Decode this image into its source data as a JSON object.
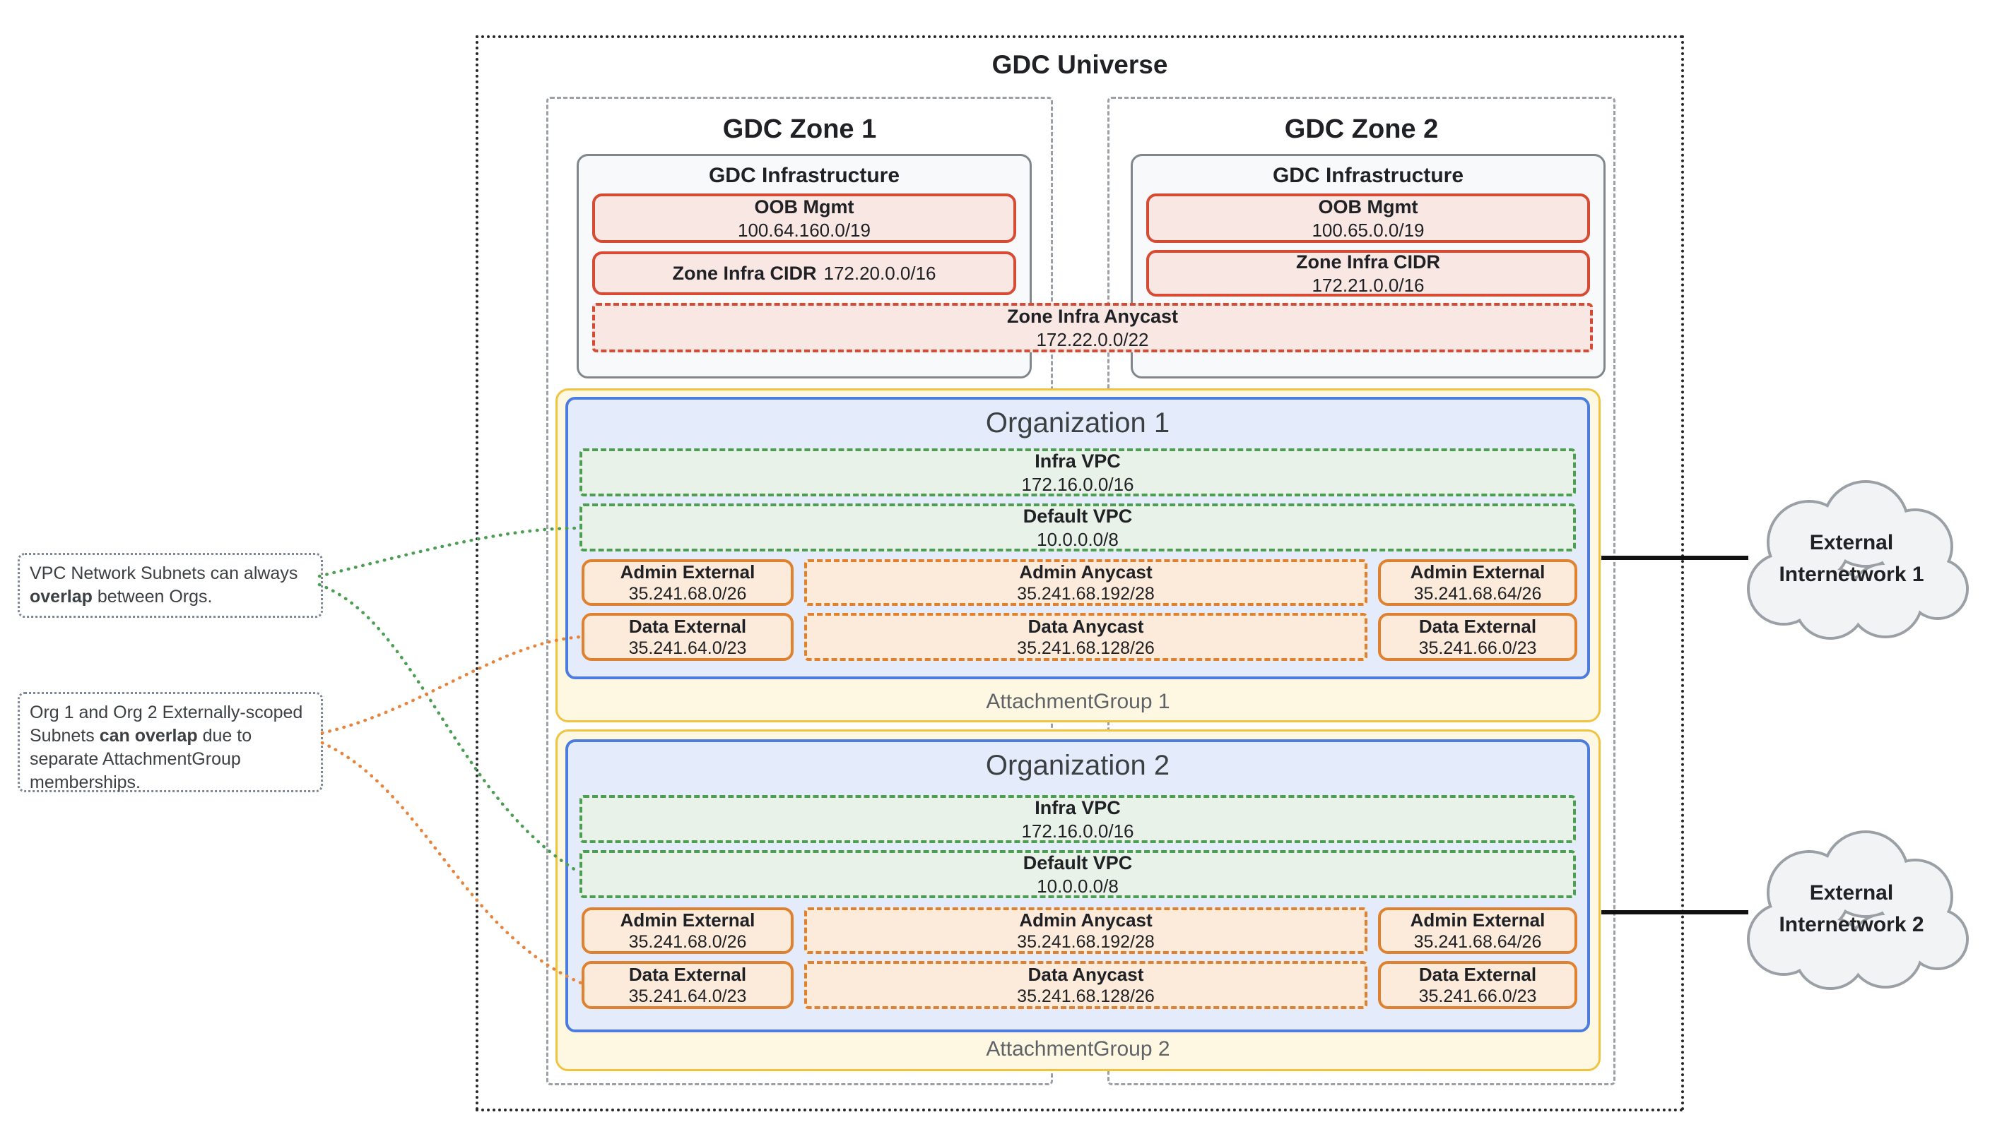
{
  "universe": {
    "title": "GDC Universe"
  },
  "zones": [
    {
      "title": "GDC Zone 1",
      "infrastructure": {
        "title": "GDC Infrastructure",
        "oob": {
          "label": "OOB Mgmt",
          "cidr": "100.64.160.0/19"
        },
        "infra_cidr": {
          "label": "Zone Infra CIDR",
          "cidr": "172.20.0.0/16"
        }
      }
    },
    {
      "title": "GDC Zone 2",
      "infrastructure": {
        "title": "GDC Infrastructure",
        "oob": {
          "label": "OOB Mgmt",
          "cidr": "100.65.0.0/19"
        },
        "infra_cidr": {
          "label": "Zone Infra CIDR",
          "cidr": "172.21.0.0/16"
        }
      }
    }
  ],
  "zone_infra_anycast": {
    "label": "Zone Infra Anycast",
    "cidr": "172.22.0.0/22"
  },
  "attachment_groups": [
    {
      "label": "AttachmentGroup 1",
      "organization": {
        "title": "Organization 1",
        "infra_vpc": {
          "label": "Infra VPC",
          "cidr": "172.16.0.0/16"
        },
        "default_vpc": {
          "label": "Default VPC",
          "cidr": "10.0.0.0/8"
        },
        "admin_subnets": [
          {
            "label": "Admin External",
            "cidr": "35.241.68.0/26",
            "border": "solid"
          },
          {
            "label": "Admin Anycast",
            "cidr": "35.241.68.192/28",
            "border": "dashed"
          },
          {
            "label": "Admin External",
            "cidr": "35.241.68.64/26",
            "border": "solid"
          }
        ],
        "data_subnets": [
          {
            "label": "Data External",
            "cidr": "35.241.64.0/23",
            "border": "solid"
          },
          {
            "label": "Data Anycast",
            "cidr": "35.241.68.128/26",
            "border": "dashed"
          },
          {
            "label": "Data External",
            "cidr": "35.241.66.0/23",
            "border": "solid"
          }
        ]
      }
    },
    {
      "label": "AttachmentGroup 2",
      "organization": {
        "title": "Organization 2",
        "infra_vpc": {
          "label": "Infra VPC",
          "cidr": "172.16.0.0/16"
        },
        "default_vpc": {
          "label": "Default VPC",
          "cidr": "10.0.0.0/8"
        },
        "admin_subnets": [
          {
            "label": "Admin External",
            "cidr": "35.241.68.0/26",
            "border": "solid"
          },
          {
            "label": "Admin Anycast",
            "cidr": "35.241.68.192/28",
            "border": "dashed"
          },
          {
            "label": "Admin External",
            "cidr": "35.241.68.64/26",
            "border": "solid"
          }
        ],
        "data_subnets": [
          {
            "label": "Data External",
            "cidr": "35.241.64.0/23",
            "border": "solid"
          },
          {
            "label": "Data Anycast",
            "cidr": "35.241.68.128/26",
            "border": "dashed"
          },
          {
            "label": "Data External",
            "cidr": "35.241.66.0/23",
            "border": "solid"
          }
        ]
      }
    }
  ],
  "notes": [
    {
      "pre": "VPC Network Subnets can always ",
      "bold": "overlap",
      "post": " between Orgs.",
      "connector_color": "#4C9E53",
      "connects_to": [
        "Organization 1 Default VPC",
        "Organization 2 Default VPC"
      ]
    },
    {
      "pre": "Org 1 and Org 2 Externally-scoped Subnets ",
      "bold": "can overlap",
      "post": " due to separate AttachmentGroup memberships.",
      "connector_color": "#E8833C",
      "connects_to": [
        "Organization 1 Data External",
        "Organization 2 Data External"
      ]
    }
  ],
  "clouds": [
    {
      "line1": "External",
      "line2": "Internetwork 1",
      "connects_to": "AttachmentGroup 1"
    },
    {
      "line1": "External",
      "line2": "Internetwork 2",
      "connects_to": "AttachmentGroup 2"
    }
  ],
  "colors": {
    "red_border": "#D74B35",
    "red_fill": "#F9E7E4",
    "green_border": "#4C9E53",
    "green_fill": "#E9F2E9",
    "orange_border": "#E0812F",
    "orange_fill": "#FCEBDB",
    "blue_border": "#4C7DDE",
    "blue_fill": "#E4ECFB",
    "yellow_border": "#F1C43F",
    "yellow_fill": "#FEF7E1",
    "panel_fill": "#F8F9FA",
    "panel_border": "#80868B",
    "cloud_fill": "#F1F3F4",
    "cloud_border": "#9AA0A6",
    "universe_border": "#26282b",
    "zone_border": "#9AA0A6"
  }
}
